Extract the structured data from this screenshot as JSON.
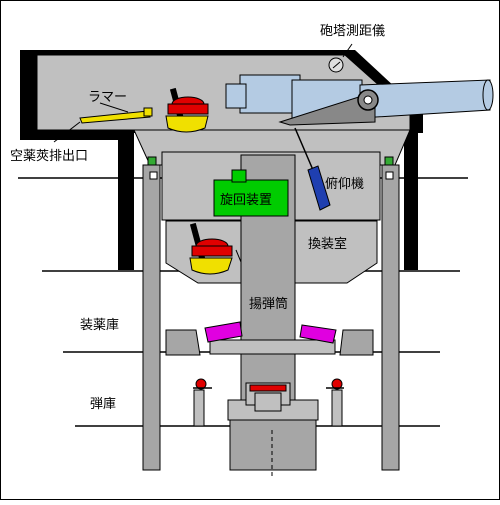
{
  "labels": {
    "rangefinder": "砲塔測距儀",
    "rammer": "ラマー",
    "cartridge_exhaust": "空薬莢排出口",
    "training_gear": "旋回装置",
    "elevation_gear": "俯仰機",
    "transfer_room": "換装室",
    "ammo_hoist": "揚弾筒",
    "powder_magazine": "装薬庫",
    "shell_magazine": "弾庫"
  },
  "colors": {
    "outline": "#000000",
    "turret_gray": "#c0c0c0",
    "barbette_gray": "#a6a6a6",
    "gun_blue": "#b4cbe3",
    "shell_red": "#e00000",
    "shell_yellow": "#f0e000",
    "training_green": "#00cc00",
    "elevation_blue": "#1f3fb0",
    "powder_magenta": "#e000e0",
    "accent_green": "#33aa33"
  }
}
